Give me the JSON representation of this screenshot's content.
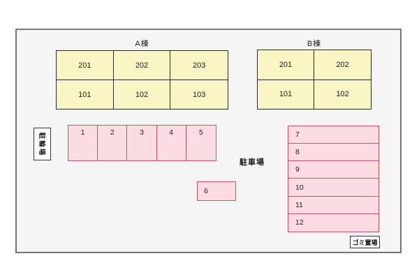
{
  "colors": {
    "page_bg": "#ffffff",
    "site_bg": "#f5f5f5",
    "site_border": "#757575",
    "building_fill": "#faf5c5",
    "building_border": "#2a2a2a",
    "parking_fill": "#fbdce3",
    "parking_border": "#cd5263",
    "sign_fill": "#ffffff",
    "sign_border": "#333333",
    "text": "#1a1a1a"
  },
  "buildings": {
    "a": {
      "label": "A棟",
      "units": [
        [
          "201",
          "202",
          "203"
        ],
        [
          "101",
          "102",
          "103"
        ]
      ]
    },
    "b": {
      "label": "B棟",
      "units": [
        [
          "201",
          "202"
        ],
        [
          "101",
          "102"
        ]
      ]
    }
  },
  "labels": {
    "bicycle_parking": "駐輪場",
    "car_parking": "駐車場",
    "garbage_area": "ゴミ置場"
  },
  "parking": {
    "row_spaces": [
      "1",
      "2",
      "3",
      "4",
      "5"
    ],
    "single_space": "6",
    "column_spaces": [
      "7",
      "8",
      "9",
      "10",
      "11",
      "12"
    ]
  }
}
